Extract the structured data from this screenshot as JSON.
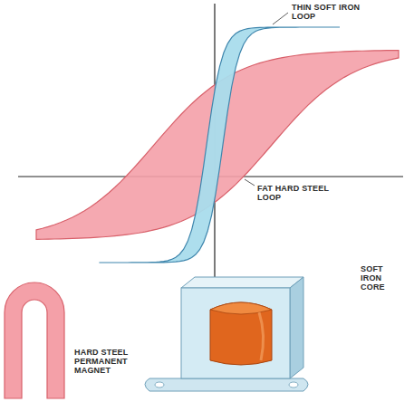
{
  "diagram": {
    "labels": [
      "THIN SOFT IRON LOOP",
      "FAT HARD STEEL LOOP",
      "SOFT IRON CORE",
      "HARD STEEL PERMANENT MAGNET"
    ]
  }
}
